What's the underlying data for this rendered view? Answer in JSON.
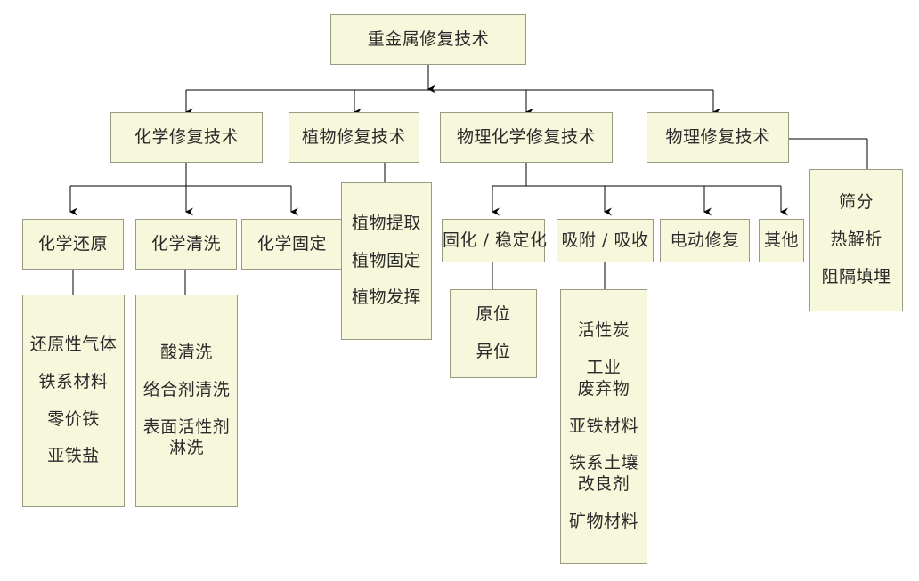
{
  "diagram": {
    "title": "重金属修复技术",
    "type": "tree-flowchart",
    "colors": {
      "node_fill": "#f7f7dc",
      "node_border": "#9a9a83",
      "text": "#2a2a2a",
      "connector": "#000000",
      "background": "#ffffff"
    },
    "root": {
      "label": "重金属修复技术"
    },
    "level2": [
      {
        "label": "化学修复技术"
      },
      {
        "label": "植物修复技术"
      },
      {
        "label": "物理化学修复技术"
      },
      {
        "label": "物理修复技术"
      }
    ],
    "level3": [
      {
        "label": "化学还原"
      },
      {
        "label": "化学清洗"
      },
      {
        "label": "化学固定"
      },
      {
        "label": "固化 / 稳定化"
      },
      {
        "label": "吸附 / 吸收"
      },
      {
        "label": "电动修复"
      },
      {
        "label": "其他"
      }
    ],
    "lists": {
      "plant_methods": {
        "items": [
          "植物提取",
          "植物固定",
          "植物发挥"
        ]
      },
      "chemical_reduction": {
        "items": [
          "还原性气体",
          "铁系材料",
          "零价铁",
          "亚铁盐"
        ]
      },
      "chemical_washing": {
        "items": [
          "酸清洗",
          "络合剂清洗",
          "表面活性剂\n淋洗"
        ]
      },
      "solidification": {
        "items": [
          "原位",
          "异位"
        ]
      },
      "adsorption_materials": {
        "items": [
          "活性炭",
          "工业\n废弃物",
          "亚铁材料",
          "铁系土壤\n改良剂",
          "矿物材料"
        ]
      },
      "physical_methods": {
        "items": [
          "筛分",
          "热解析",
          "阻隔填埋"
        ]
      }
    }
  }
}
